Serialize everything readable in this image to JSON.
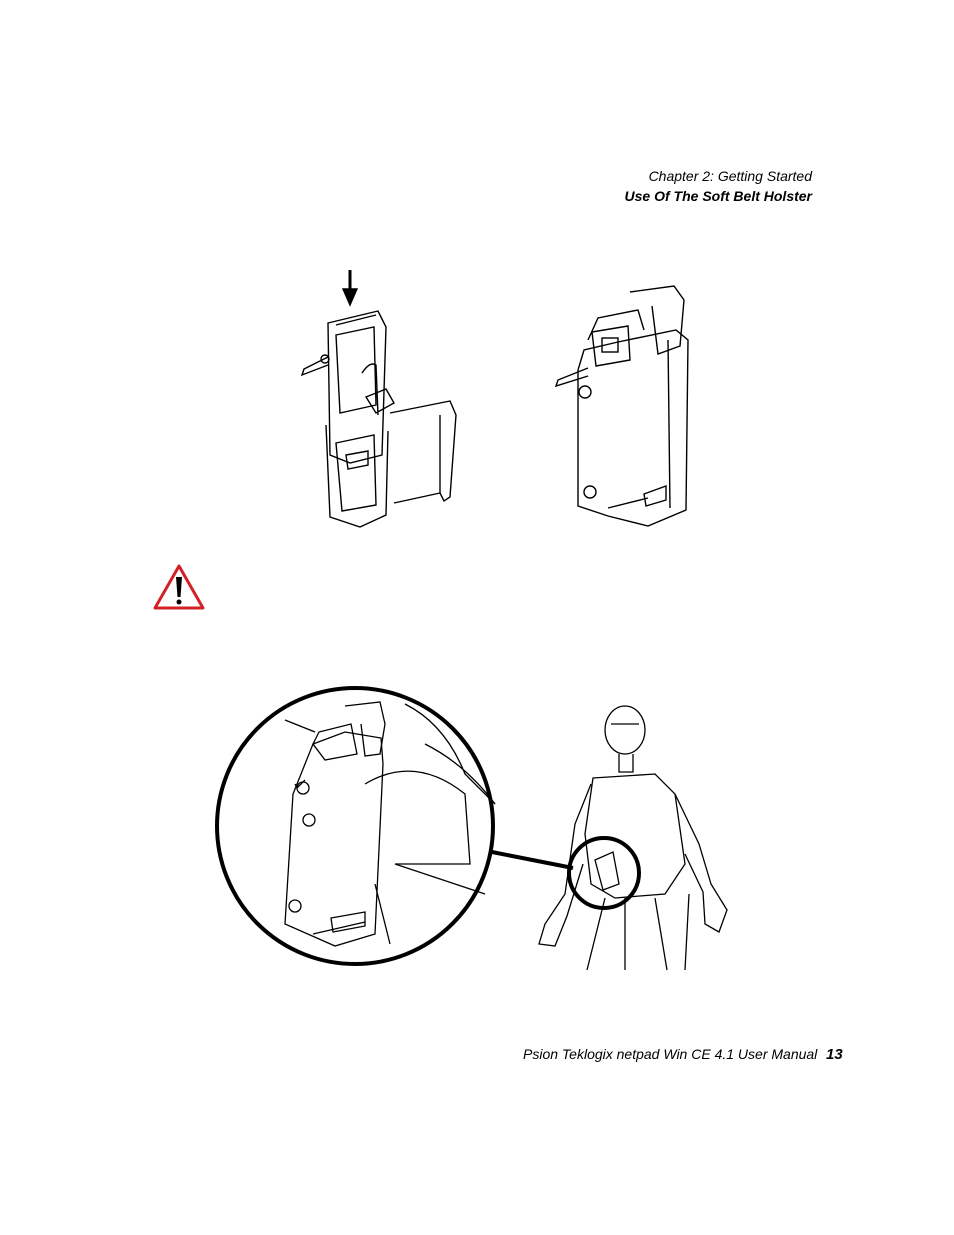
{
  "header": {
    "chapter": "Chapter 2:  Getting Started",
    "section": "Use Of The Soft Belt Holster"
  },
  "figures": {
    "insert_device": "device-insertion-illustration",
    "holstered_device": "holstered-device-illustration",
    "warning": "warning-triangle-icon",
    "worn_holster": "figure-wearing-holster-illustration"
  },
  "colors": {
    "warning_red": "#d32027"
  },
  "footer": {
    "manual_title": "Psion Teklogix netpad Win CE 4.1 User Manual",
    "page_number": "13"
  }
}
